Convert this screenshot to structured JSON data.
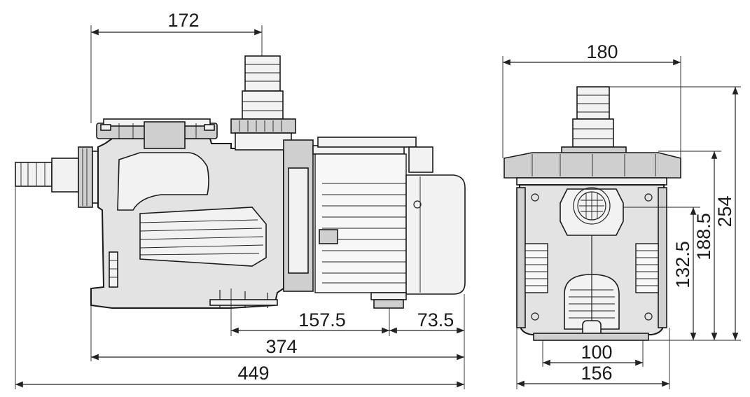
{
  "drawing": {
    "side_view": {
      "dim_top": "172",
      "dim_outlet_to_foot": "157.5",
      "dim_foot_to_end": "73.5",
      "dim_mount": "374",
      "dim_overall": "449"
    },
    "front_view": {
      "dim_width": "180",
      "dim_height_total": "254",
      "dim_height_mid": "188.5",
      "dim_height_inlet": "132.5",
      "dim_base_inner": "100",
      "dim_base_outer": "156"
    }
  }
}
